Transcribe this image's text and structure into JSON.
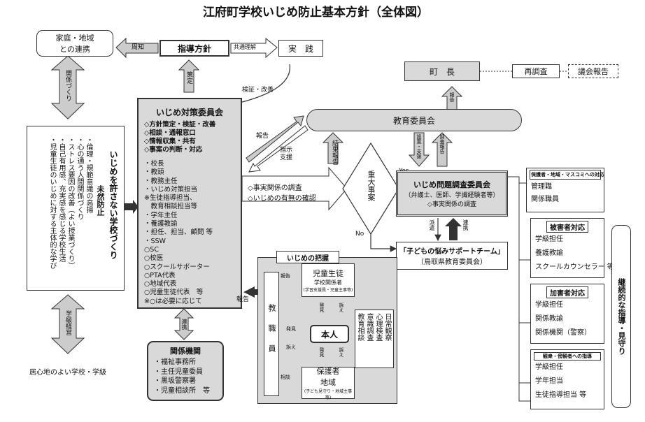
{
  "title": "江府町学校いじめ防止基本方針（全体図）",
  "family": {
    "line1": "家庭・地域",
    "line2": "との連携"
  },
  "shuchi": "周知",
  "shido_hoshin": "指導方針",
  "kyotsu": "共通理解",
  "jissen": "実　践",
  "sakutei": "策定",
  "kensho": "検証・改善",
  "kankei_zukuri": "関係づくり",
  "town_head": "町　長",
  "saichosa": "再調査",
  "gikai": "議会報告",
  "hokoku_short": "報告",
  "kyoiku_iinkai": "教育委員会",
  "hokoku1": "報告",
  "shiji": "指示\n支援",
  "kekka": "結果報告",
  "setchi": "設置・支援",
  "chosa_hokoku": "調査報告",
  "juudai": "重大事案",
  "yes": "Yes",
  "no": "No",
  "committee": {
    "title": "いじめ対策委員会",
    "duties": [
      "◇方針策定・検証・改善",
      "◇相談・通報窓口",
      "◇情報収集・共有",
      "◇事案の判断・対応"
    ],
    "members": [
      "・校長",
      "・教頭",
      "・教務主任",
      "・いじめ対策担当",
      "※生徒指導担当、",
      "　教育相談担当等",
      "・学年主任",
      "・養護教諭",
      "・担任、担当、顧問 等",
      "・SSW",
      "○SC",
      "○校医",
      "○スクールサポーター",
      "○PTA代表",
      "○地域代表",
      "○児童生徒代表　等",
      "※○は必要に応じて"
    ]
  },
  "fact_check": "◇事実関係の調査",
  "existence_check": "◇いじめの有無の確認",
  "chosa_iinkai": {
    "title": "いじめ問題調査委員会",
    "sub": "（弁護士、医師、学識経験者等）",
    "fact": "◇事実関係の調査"
  },
  "haken": "派遣",
  "renkei": "連携",
  "support_team": {
    "title": "「子どもの悩みサポートチーム」",
    "sub": "（鳥取県教育委員会）"
  },
  "ijime_prevent": {
    "heading": "いじめを許さない学校づくり",
    "sub": "未然防止",
    "items": [
      "・倫理・規範意識の高揚",
      "・心の通う人間関係づくり",
      "・ストレス要因の改善（よい授業づくり）",
      "・自己有用感、充実感を感じる学校生活",
      "・児童生徒のいじめに対する主体的な学び"
    ]
  },
  "gakkyu_keiei": "学級経営",
  "comfortable": "居心地のよい学校・学級",
  "renkei2": "連携",
  "kankei_kikan": {
    "title": "関係機関",
    "items": [
      "・福祉事務所",
      "・主任児童委員",
      "・黒坂警察署",
      "・児童相談所　等"
    ]
  },
  "haaku": {
    "title": "いじめの把握",
    "kyoshokuin": "教職員",
    "hokoku_label": "報告",
    "jido_seito": "児童生徒",
    "jido_sub": "学校関係者",
    "jido_sub2": "(学習支援員・児童主事等)",
    "hakken": "発見",
    "uttae": "訴え",
    "honnin": "本人",
    "hogosha": "保護者",
    "chiiki": "地域",
    "hogo_sub": "(子ども見守り・地域主事等)",
    "soudan": "相談",
    "cols": [
      "日常観察",
      "心理検査",
      "意識調査",
      "教育相談"
    ]
  },
  "media_box": {
    "title": "保護者・地域・マスコミへの対応",
    "items": [
      "管理職",
      "関係職員"
    ]
  },
  "victim_box": {
    "title": "被害者対応",
    "items": [
      "学級担任",
      "養護教諭",
      "スクールカウンセラー 等"
    ]
  },
  "offender_box": {
    "title": "加害者対応",
    "items": [
      "学級担任",
      "関係教諭",
      "関係機関（警察）"
    ]
  },
  "bystander_box": {
    "title": "観衆・傍観者への指導",
    "items": [
      "学級担任",
      "学年担当",
      "生徒指導担当 等"
    ]
  },
  "continuous": "継続的な指導・見守り"
}
